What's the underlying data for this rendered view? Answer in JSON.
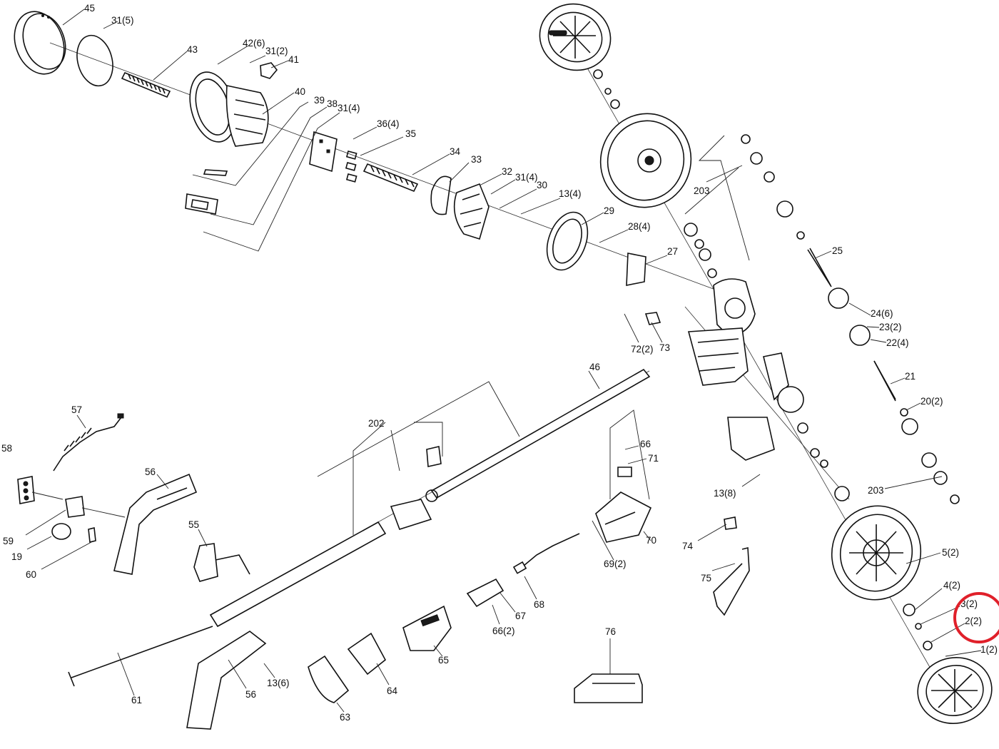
{
  "diagram": {
    "labels": {
      "p45": "45",
      "p31_5": "31(5)",
      "p43": "43",
      "p42_6": "42(6)",
      "p31_2": "31(2)",
      "p41": "41",
      "p40": "40",
      "p39": "39",
      "p38": "38",
      "p31_4": "31(4)",
      "p36_4": "36(4)",
      "p35": "35",
      "p34": "34",
      "p33": "33",
      "p32": "32",
      "p31_4b": "31(4)",
      "p30": "30",
      "p13_4": "13(4)",
      "p29": "29",
      "p28_4": "28(4)",
      "p27": "27",
      "p203a": "203",
      "p25": "25",
      "p24_6": "24(6)",
      "p23_2": "23(2)",
      "p22_4": "22(4)",
      "p21": "21",
      "p20_2": "20(2)",
      "p203b": "203",
      "p72_2": "72(2)",
      "p73": "73",
      "p46": "46",
      "p202": "202",
      "p66": "66",
      "p71": "71",
      "p57": "57",
      "p58": "58",
      "p56a": "56",
      "p55": "55",
      "p59": "59",
      "p19": "19",
      "p60": "60",
      "p13_8": "13(8)",
      "p74": "74",
      "p75": "75",
      "p70": "70",
      "p69_2": "69(2)",
      "p68": "68",
      "p67": "67",
      "p66_2": "66(2)",
      "p65": "65",
      "p64": "64",
      "p63": "63",
      "p61": "61",
      "p56b": "56",
      "p13_6": "13(6)",
      "p76": "76",
      "p5_2": "5(2)",
      "p4_2": "4(2)",
      "p3_2": "3(2)",
      "p2_2": "2(2)",
      "p1_2": "1(2)"
    },
    "highlight_color": "#e0202a"
  }
}
